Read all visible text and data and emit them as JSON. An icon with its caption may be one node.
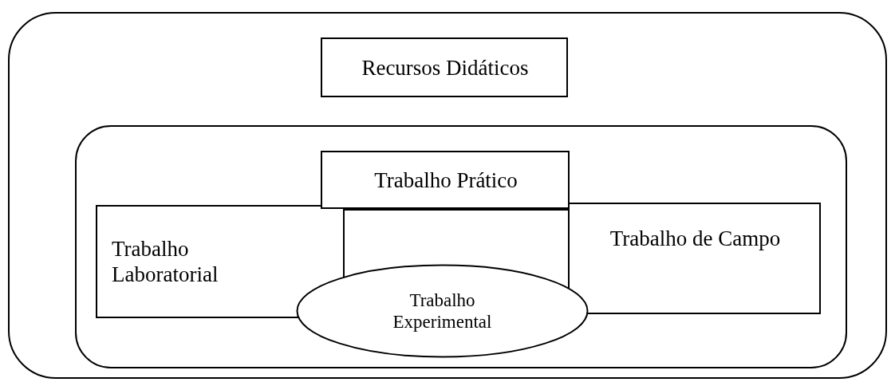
{
  "diagram": {
    "nodes": [
      {
        "text": [],
        "shape": "box"
      },
      {
        "text": [
          "Recursos Didáticos"
        ],
        "in": 0
      },
      {
        "text": [],
        "shape": "box",
        "in": 0
      },
      {
        "text": [
          "Trabalho Prático"
        ],
        "in": 2
      },
      {
        "text": [
          "Trabalho Laboratorial"
        ],
        "in": 2
      },
      {
        "text": [],
        "shape": "box",
        "in": 2
      },
      {
        "text": [
          "Trabalho de Campo"
        ],
        "in": 2
      },
      {
        "text": [
          "Trabalho Experimental"
        ],
        "in": 2
      }
    ],
    "edges": []
  }
}
